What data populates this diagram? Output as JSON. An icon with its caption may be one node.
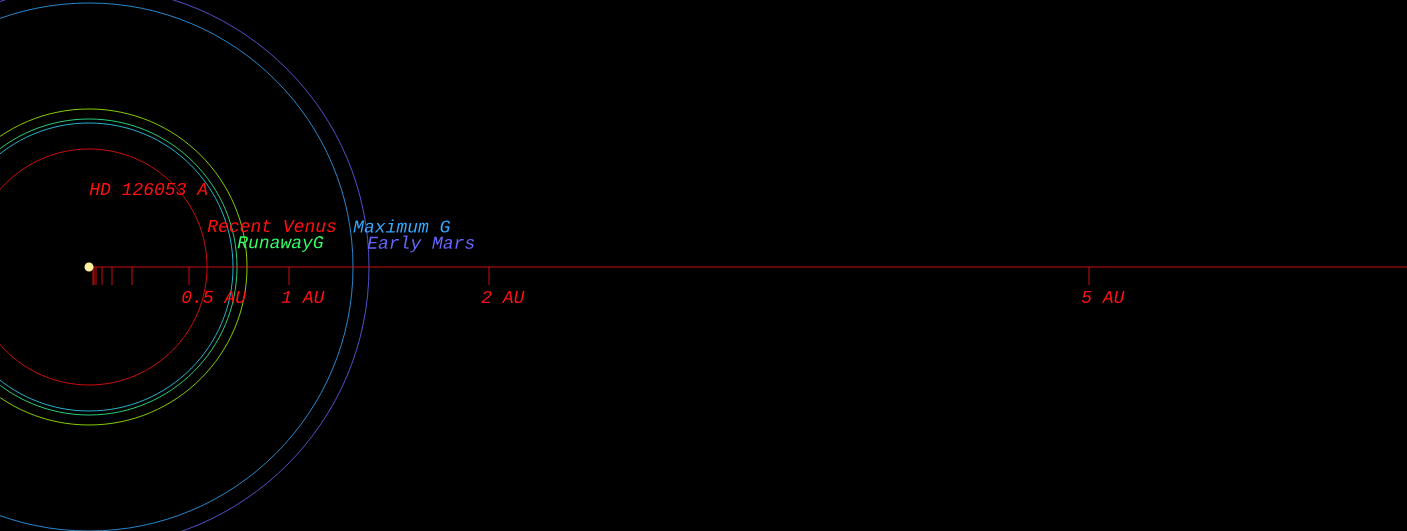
{
  "diagram": {
    "labels": [
      "HD 126053 A",
      "Recent Venus",
      "Maximum G",
      "RunawayG",
      "Early Mars",
      "0.5 AU",
      "1 AU",
      "2 AU",
      "5 AU"
    ]
  }
}
